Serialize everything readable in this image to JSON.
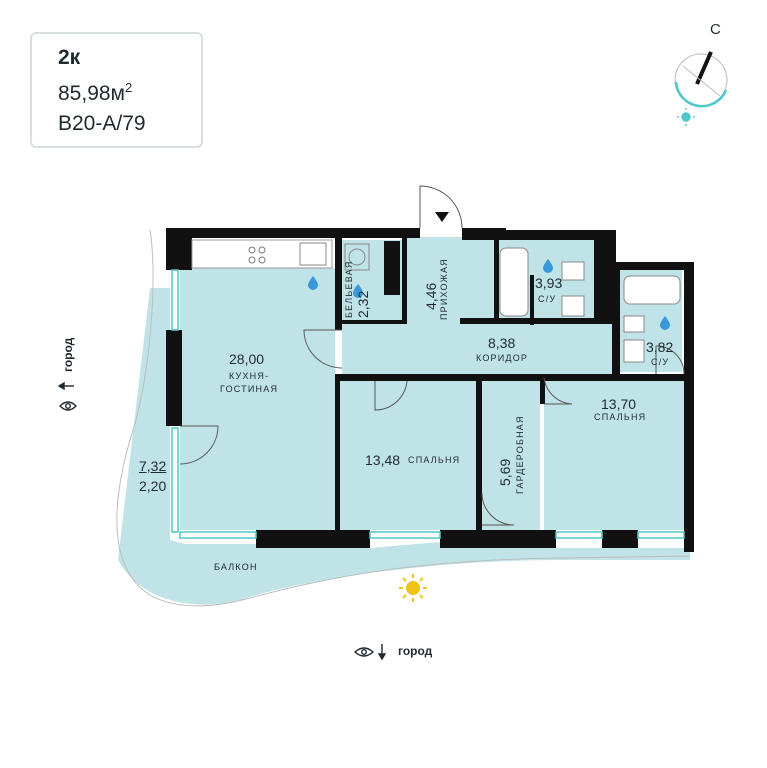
{
  "apartment": {
    "rooms": "2к",
    "area": "85,98м",
    "area_sup": "2",
    "lot": "В20-А/79"
  },
  "compass": {
    "north_letter": "С"
  },
  "rooms": {
    "kitchen": {
      "area": "28,00",
      "name_line1": "КУХНЯ-",
      "name_line2": "ГОСТИНАЯ"
    },
    "laundry": {
      "area": "2,32",
      "name": "БЕЛЬЕВАЯ"
    },
    "hall": {
      "area": "4,46",
      "name": "ПРИХОЖАЯ"
    },
    "bath1": {
      "area": "3,93",
      "name": "С/У"
    },
    "bath2": {
      "area": "3,82",
      "name": "С/У"
    },
    "corridor": {
      "area": "8,38",
      "name": "КОРИДОР"
    },
    "bedroom1": {
      "area": "13,48",
      "name": "СПАЛЬНЯ"
    },
    "wardrobe": {
      "area": "5,69",
      "name": "ГАРДЕРОБНАЯ"
    },
    "bedroom2": {
      "area": "13,70",
      "name": "СПАЛЬНЯ"
    },
    "balcony": {
      "area_total": "7,32",
      "area_reduced": "2,20",
      "name": "БАЛКОН"
    }
  },
  "views": {
    "left": "город",
    "bottom": "город"
  },
  "colors": {
    "room_fill": "#bfe3e6",
    "wall": "#111111",
    "accent": "#4fc7c9",
    "sun": "#f2c21b"
  },
  "icons": [
    "eye-icon",
    "arrow-up-icon",
    "arrow-down-icon",
    "sun-icon",
    "compass-icon",
    "water-drop-icon",
    "entrance-arrow-icon"
  ]
}
